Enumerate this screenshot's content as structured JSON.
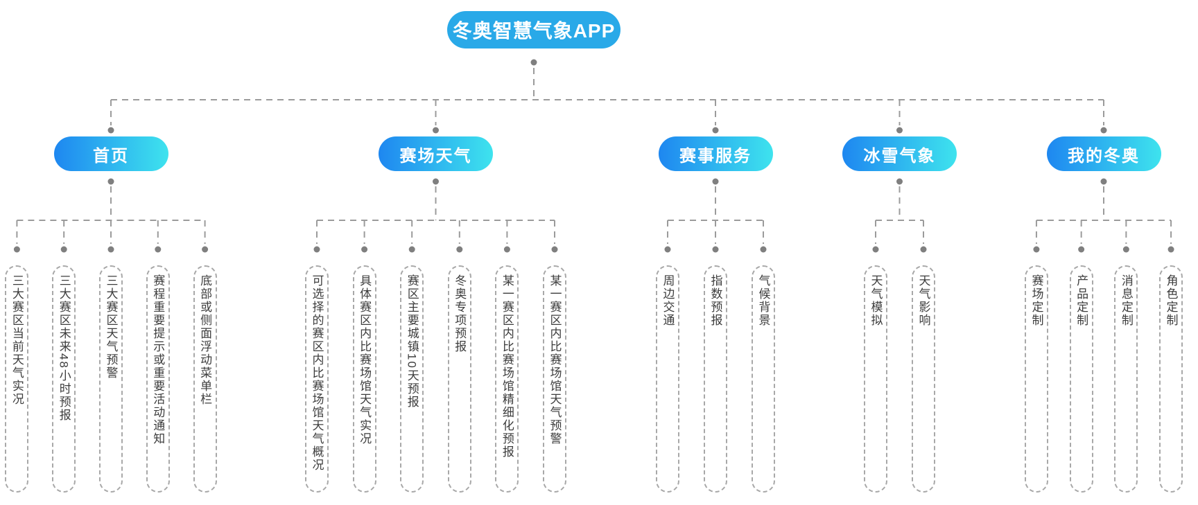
{
  "root": {
    "label": "冬奥智慧气象APP"
  },
  "branches": [
    {
      "label": "首页",
      "children": [
        "三大赛区当前天气实况",
        "三大赛区未来48小时预报",
        "三大赛区天气预警",
        "赛程重要提示或重要活动通知",
        "底部或侧面浮动菜单栏"
      ]
    },
    {
      "label": "赛场天气",
      "children": [
        "可选择的赛区内比赛场馆天气概况",
        "具体赛区内比赛场馆天气实况",
        "赛区主要城镇10天预报",
        "冬奥专项预报",
        "某一赛区内比赛场馆精细化预报",
        "某一赛区内比赛场馆天气预警"
      ]
    },
    {
      "label": "赛事服务",
      "children": [
        "周边交通",
        "指数预报",
        "气候背景"
      ]
    },
    {
      "label": "冰雪气象",
      "children": [
        "天气模拟",
        "天气影响"
      ]
    },
    {
      "label": "我的冬奥",
      "children": [
        "赛场定制",
        "产品定制",
        "消息定制",
        "角色定制"
      ]
    }
  ],
  "colors": {
    "root_pill": "#29a9e8",
    "branch_pill_gradient_start": "#1e87f0",
    "branch_pill_gradient_end": "#3ee3ee",
    "connector_line": "#9b9b9b",
    "connector_dot": "#7f7f7f",
    "capsule_border": "#a8a8a8",
    "capsule_text": "#3c3c3c"
  }
}
